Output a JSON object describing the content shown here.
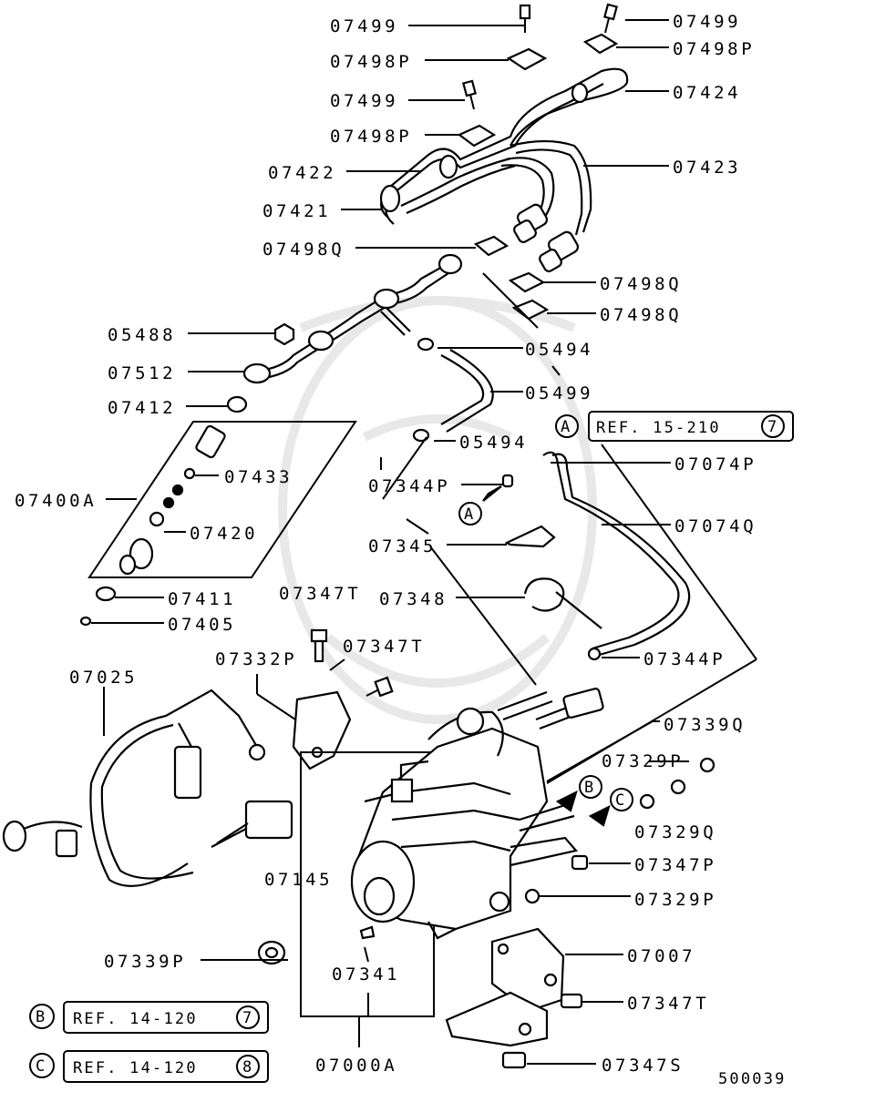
{
  "diagram": {
    "labels": {
      "p07499a": "07499",
      "p07499b": "07499",
      "p07499c": "07499",
      "p07498p_a": "07498P",
      "p07498p_b": "07498P",
      "p07498p_c": "07498P",
      "p07424": "07424",
      "p07422": "07422",
      "p07423": "07423",
      "p07421": "07421",
      "p07498q_a": "07498Q",
      "p07498q_b": "07498Q",
      "p07498q_c": "07498Q",
      "p05488": "05488",
      "p05494a": "05494",
      "p05494b": "05494",
      "p07512": "07512",
      "p05499": "05499",
      "p07412": "07412",
      "p07074p": "07074P",
      "p07074q": "07074Q",
      "p07433": "07433",
      "p07344p_a": "07344P",
      "p07344p_b": "07344P",
      "p07400a": "07400A",
      "p07420": "07420",
      "p07345": "07345",
      "p07411": "07411",
      "p07348": "07348",
      "p07405": "07405",
      "p07347t_a": "07347T",
      "p07347t_b": "07347T",
      "p07347t_c": "07347T",
      "p07025": "07025",
      "p07332p": "07332P",
      "p07339q": "07339Q",
      "p07329p_a": "07329P",
      "p07329p_b": "07329P",
      "p07329q": "07329Q",
      "p07347p": "07347P",
      "p07145": "07145",
      "p07339p": "07339P",
      "p07007": "07007",
      "p07341": "07341",
      "p07000a": "07000A",
      "p07347s": "07347S"
    },
    "refs": {
      "a_letter": "A",
      "a_letter_arrow": "A",
      "a_ref": "REF. 15-210",
      "a_ref_num": "7",
      "b_letter": "B",
      "b_letter_arrow": "B",
      "b_ref": "REF. 14-120",
      "b_ref_num": "7",
      "c_letter": "C",
      "c_letter_arrow": "C",
      "c_ref": "REF. 14-120",
      "c_ref_num": "8"
    },
    "drawing_number": "500039"
  }
}
